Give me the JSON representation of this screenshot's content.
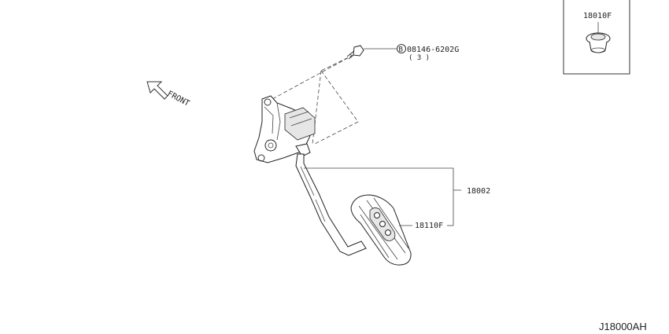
{
  "diagram": {
    "direction_label": "FRONT",
    "inset_part_number": "18010F",
    "bolt_circle_letter": "B",
    "bolt_part_number": "08146-6202G",
    "bolt_quantity": "( 3 )",
    "assembly_part_number": "18002",
    "pad_part_number": "18110F",
    "diagram_code": "J18000AH"
  }
}
